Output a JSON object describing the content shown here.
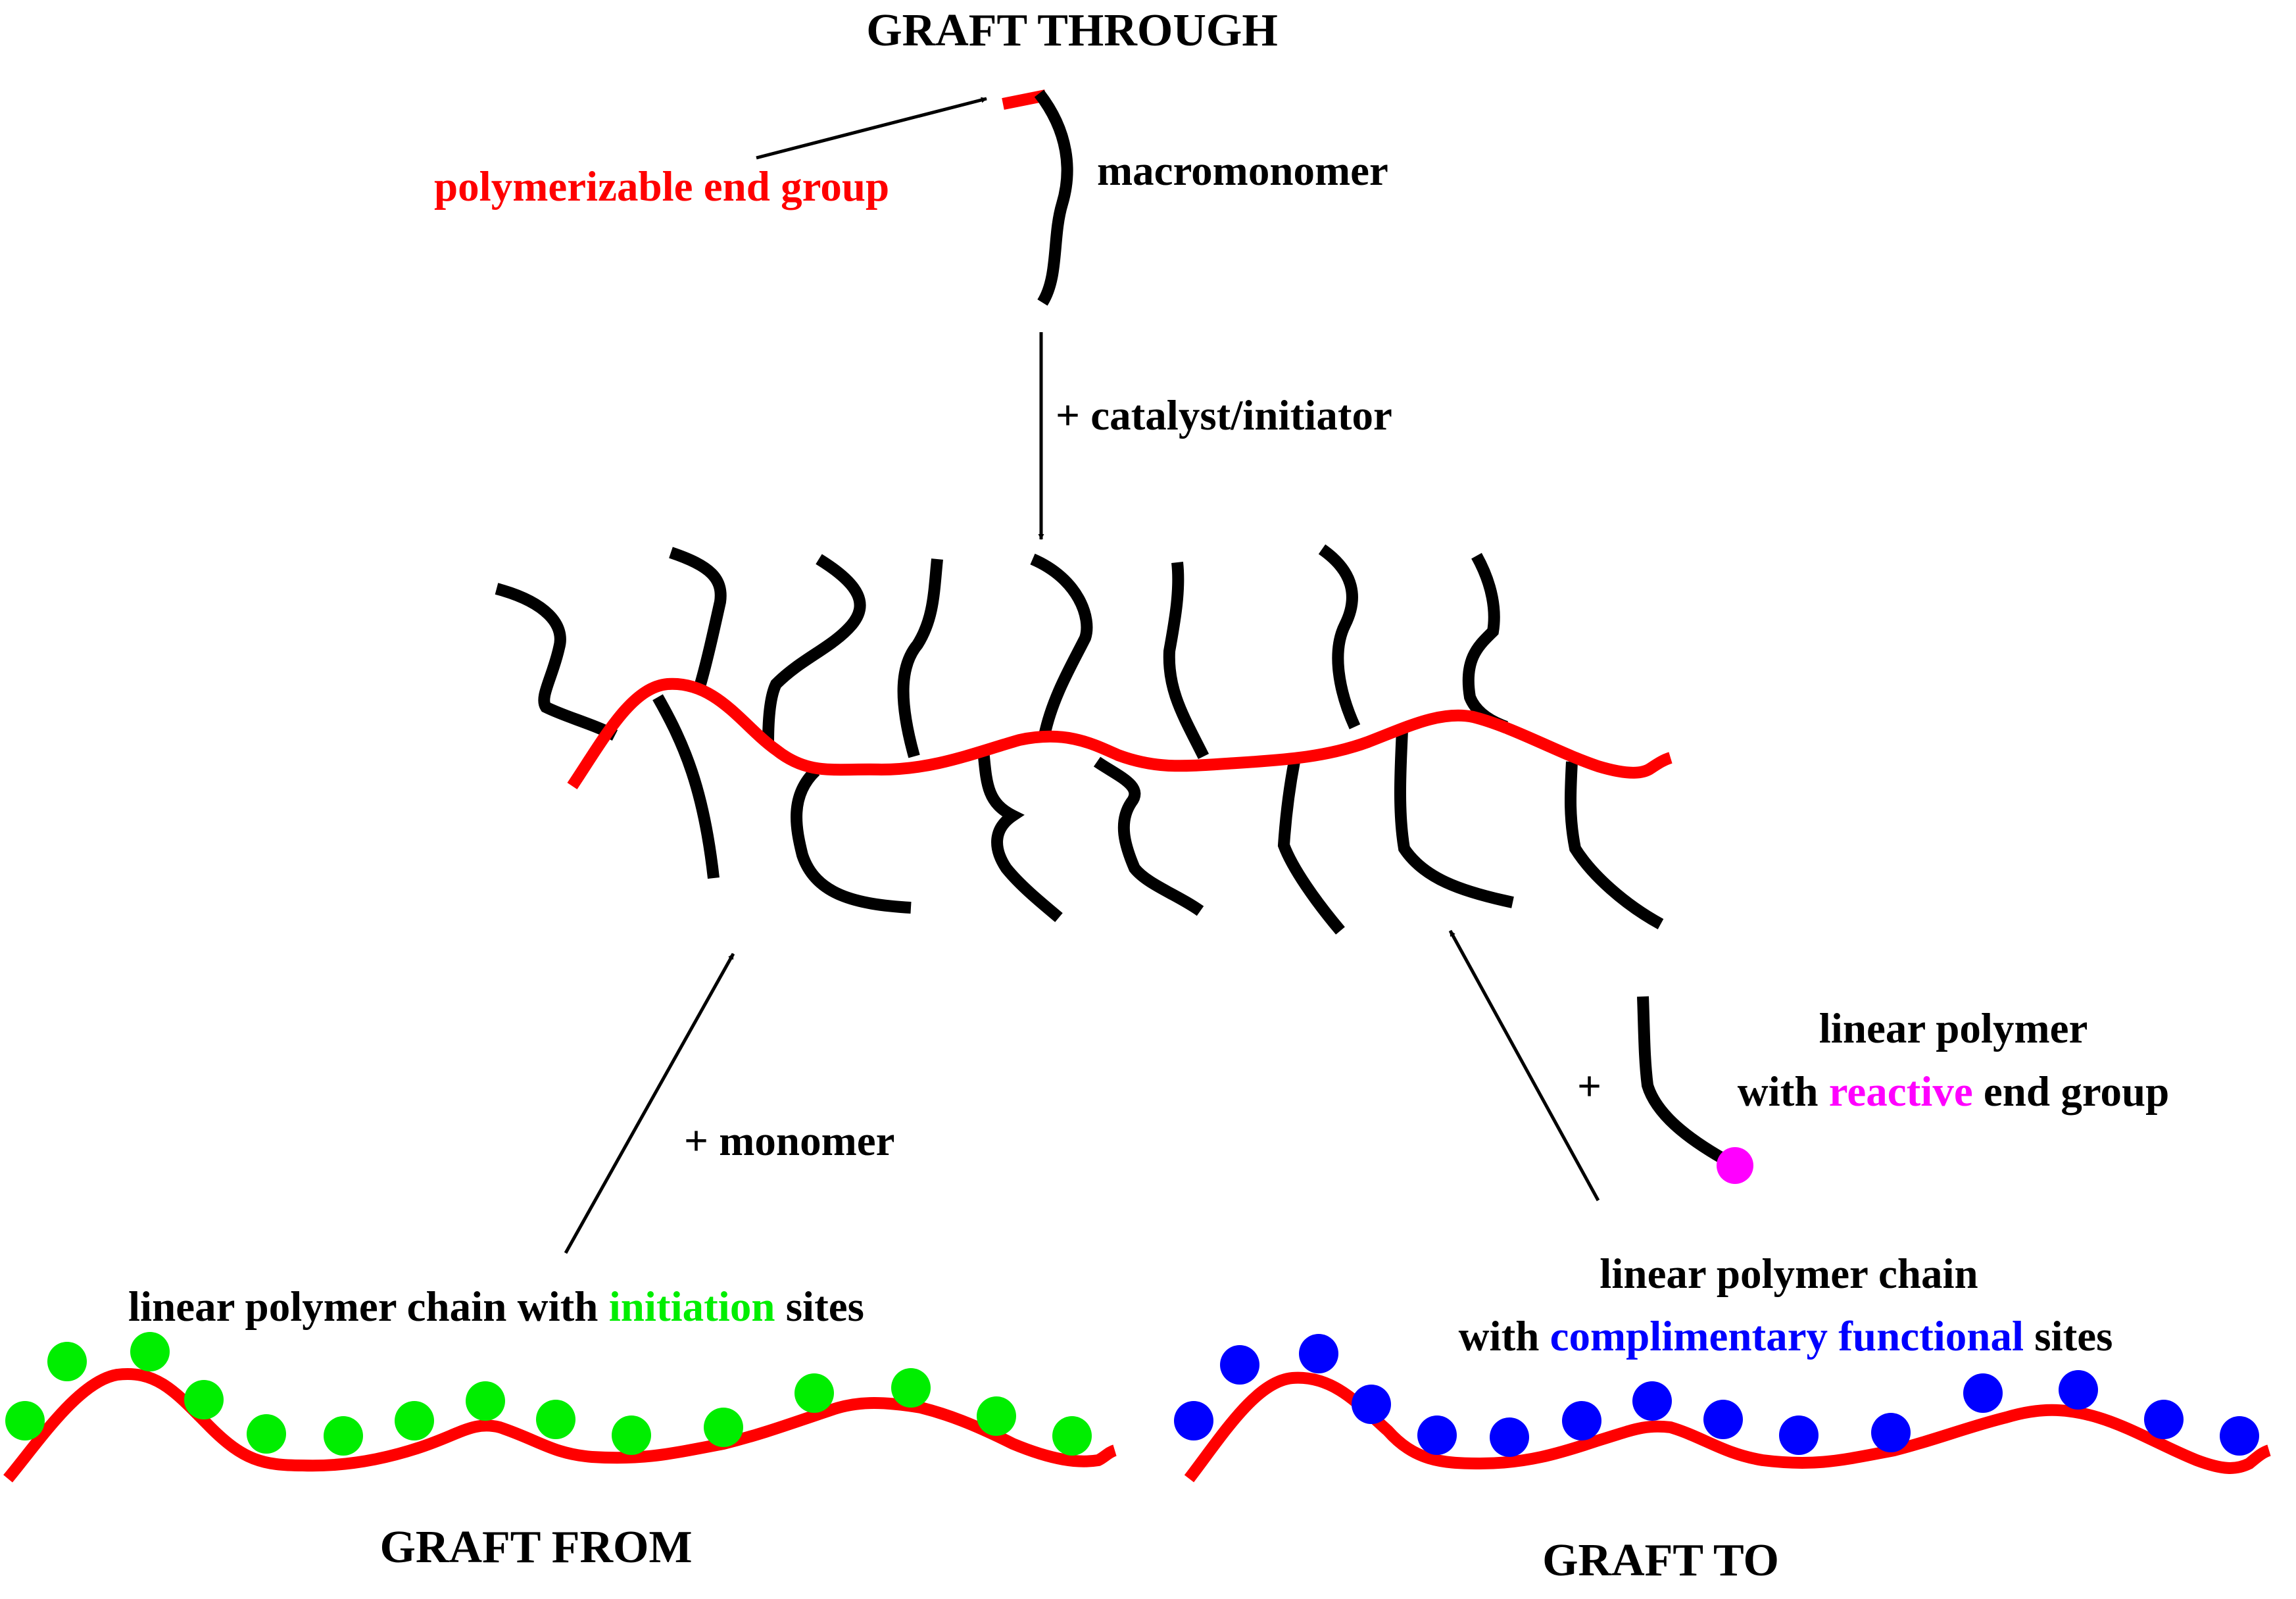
{
  "colors": {
    "backbone": "#ff0000",
    "graft": "#000000",
    "initiation_site": "#00ee00",
    "functional_site": "#0000ff",
    "reactive_end_group": "#ff00ff",
    "end_group_text": "#ff0000"
  },
  "graft_through": {
    "title": "GRAFT THROUGH",
    "end_group_label": "polymerizable end group",
    "macromonomer_label": "macromonomer",
    "reagent_label": "+ catalyst/initiator"
  },
  "graft_from": {
    "reagent_label": "+ monomer",
    "chain_label_pre": "linear polymer chain with ",
    "chain_label_highlight": "initiation",
    "chain_label_post": " sites",
    "title": "GRAFT FROM"
  },
  "graft_to": {
    "plus": "+",
    "reagent_line1": "linear polymer",
    "reagent_line2_pre": "with ",
    "reagent_line2_highlight": "reactive",
    "reagent_line2_post": " end group",
    "chain_line1": "linear polymer chain",
    "chain_line2_pre": "with ",
    "chain_line2_highlight": "complimentary functional",
    "chain_line2_post": " sites",
    "title": "GRAFT TO"
  }
}
